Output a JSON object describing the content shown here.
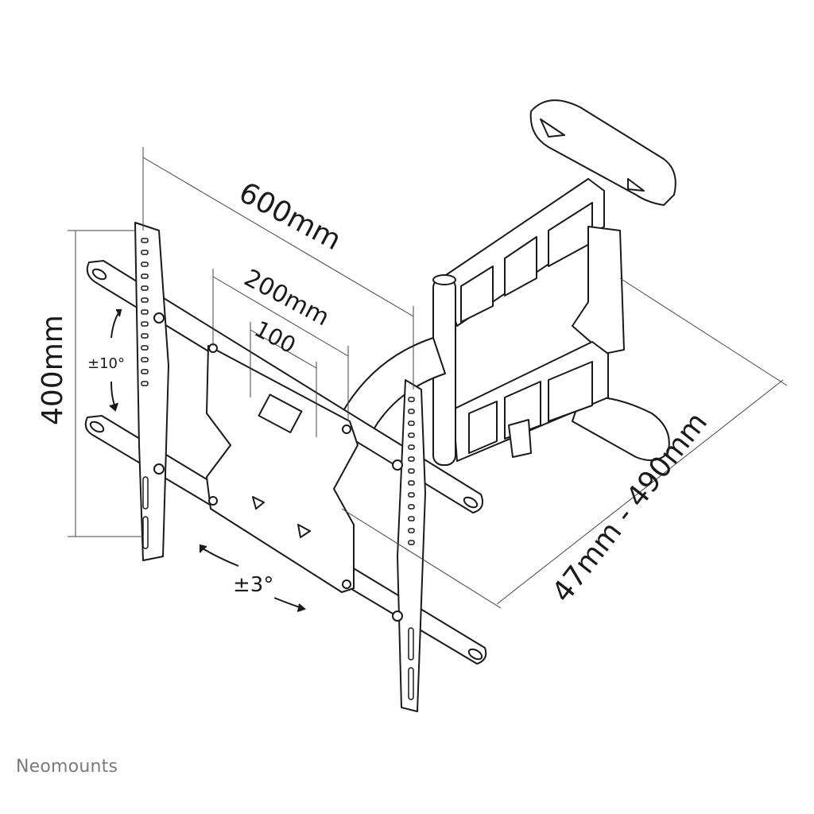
{
  "dimensions": {
    "width_total": "600mm",
    "vesa_horizontal": "200mm",
    "vesa_small": "100",
    "height": "400mm",
    "tilt": "±10°",
    "swivel_level": "±3°",
    "depth": "47mm - 490mm"
  },
  "brand": {
    "name": "Neomounts"
  },
  "colors": {
    "line": "#1a1a1a",
    "fill": "#ffffff",
    "brand": "#7a7a7a"
  }
}
